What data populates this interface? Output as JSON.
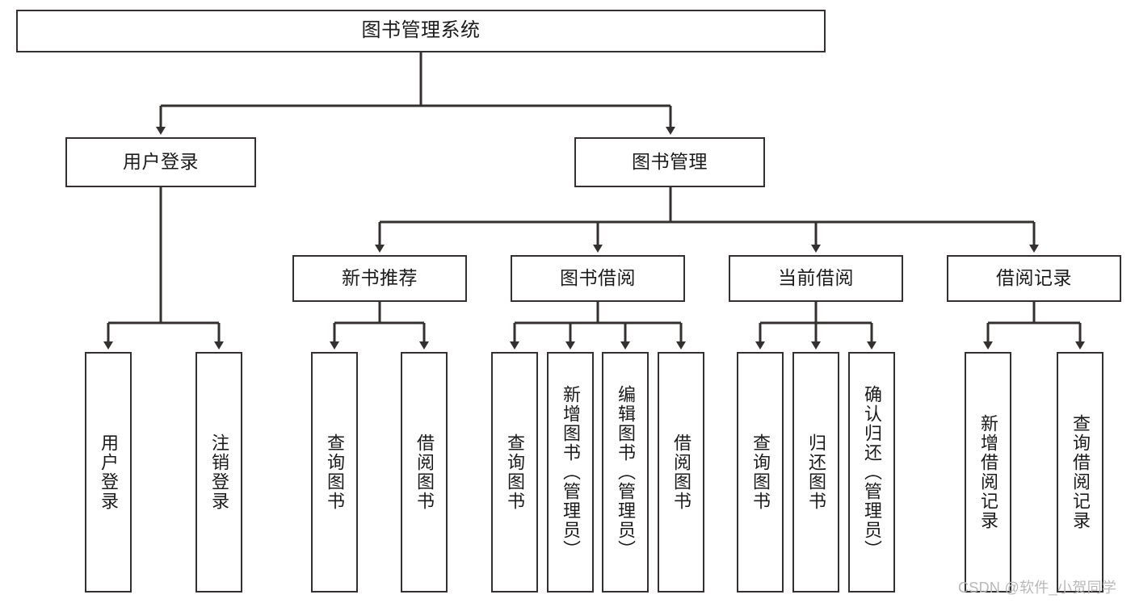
{
  "diagram": {
    "title": "图书管理系统",
    "type": "hierarchy-tree",
    "edge_color": "#33302f",
    "box_border_color": "#33302f",
    "box_fill": "#ffffff",
    "text_color": "#1b1b1b",
    "nodes": {
      "root": {
        "label": "图书管理系统"
      },
      "l2": [
        {
          "id": "user-login",
          "label": "用户登录"
        },
        {
          "id": "book-manage",
          "label": "图书管理"
        }
      ],
      "l3": [
        {
          "id": "new-book-rec",
          "label": "新书推荐"
        },
        {
          "id": "book-borrow",
          "label": "图书借阅"
        },
        {
          "id": "current-borrow",
          "label": "当前借阅"
        },
        {
          "id": "borrow-record",
          "label": "借阅记录"
        }
      ],
      "leaves": {
        "user_login": [
          {
            "id": "leaf-user-login",
            "label": "用户登录"
          },
          {
            "id": "leaf-logout",
            "label": "注销登录"
          }
        ],
        "new_book_rec": [
          {
            "id": "leaf-query-book-1",
            "label": "查询图书"
          },
          {
            "id": "leaf-borrow-book-1",
            "label": "借阅图书"
          }
        ],
        "book_borrow": [
          {
            "id": "leaf-query-book-2",
            "label": "查询图书"
          },
          {
            "id": "leaf-add-book",
            "label": "新增图书（管理员）"
          },
          {
            "id": "leaf-edit-book",
            "label": "编辑图书（管理员）"
          },
          {
            "id": "leaf-borrow-book-2",
            "label": "借阅图书"
          }
        ],
        "current_borrow": [
          {
            "id": "leaf-query-book-3",
            "label": "查询图书"
          },
          {
            "id": "leaf-return-book",
            "label": "归还图书"
          },
          {
            "id": "leaf-confirm-return",
            "label": "确认归还（管理员）"
          }
        ],
        "borrow_record": [
          {
            "id": "leaf-add-record",
            "label": "新增借阅记录"
          },
          {
            "id": "leaf-query-record",
            "label": "查询借阅记录"
          }
        ]
      }
    }
  },
  "watermark": {
    "text": "CSDN @软件_小贺同学"
  }
}
